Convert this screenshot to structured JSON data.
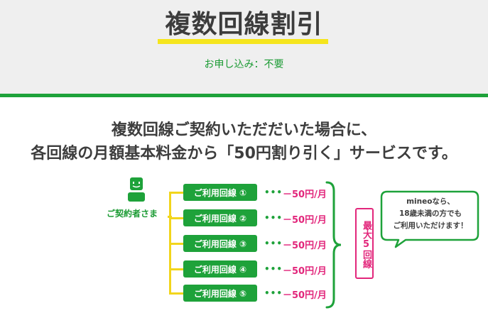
{
  "header": {
    "title": "複数回線割引",
    "apply_note": "お申し込み：不要"
  },
  "headline": {
    "line1": "複数回線ご契約いただだいた場合に、",
    "line2": "各回線の月額基本料金から「50円割り引く」サービスです。"
  },
  "diagram": {
    "customer_label": "ご契約者さま",
    "lines": [
      {
        "label": "ご利用回線 ①",
        "dots": "•••",
        "discount": "－50円/月"
      },
      {
        "label": "ご利用回線 ②",
        "dots": "•••",
        "discount": "－50円/月"
      },
      {
        "label": "ご利用回線 ③",
        "dots": "•••",
        "discount": "－50円/月"
      },
      {
        "label": "ご利用回線 ④",
        "dots": "•••",
        "discount": "－50円/月"
      },
      {
        "label": "ご利用回線 ⑤",
        "dots": "•••",
        "discount": "－50円/月"
      }
    ],
    "max_label": "最大5回線",
    "bubble": {
      "line1": "mineoなら、",
      "line2": "18歳未満の方でも",
      "line3": "ご利用いただけます！"
    }
  },
  "colors": {
    "green": "#1ea23a",
    "yellow": "#f5e51d",
    "pink": "#e2267b",
    "header_bg": "#efefef"
  },
  "icons": {
    "person": "person-icon"
  }
}
